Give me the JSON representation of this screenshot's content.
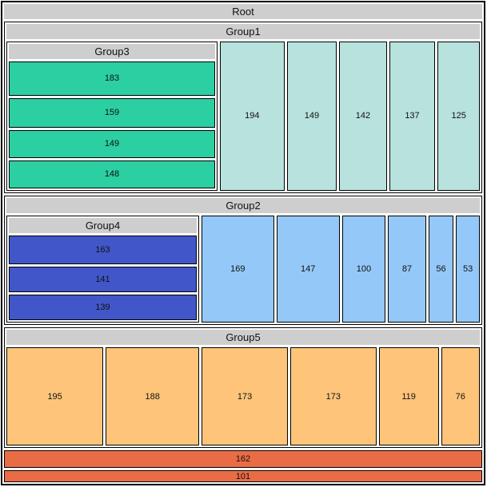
{
  "colors": {
    "header_gray": "#CECECE",
    "border_black": "#000000",
    "background_white": "#FFFFFF",
    "group3_cells_green": "#2BCFA1",
    "group1_cells_teal": "#B7E2DD",
    "group4_cells_royal_blue": "#4156C8",
    "group2_cells_light_blue": "#94C8F8",
    "group5_cells_orange": "#FEC57A",
    "root_leaf_cells_red_orange": "#EA6C45"
  },
  "chart_data": {
    "type": "treemap",
    "title": "Root",
    "legend_position": "none",
    "root": {
      "name": "Root",
      "children": [
        {
          "name": "Group1",
          "children": [
            {
              "name": "Group3",
              "children": [
                {
                  "value": 183
                },
                {
                  "value": 159
                },
                {
                  "value": 149
                },
                {
                  "value": 148
                }
              ]
            },
            {
              "value": 194
            },
            {
              "value": 149
            },
            {
              "value": 142
            },
            {
              "value": 137
            },
            {
              "value": 125
            }
          ]
        },
        {
          "name": "Group2",
          "children": [
            {
              "name": "Group4",
              "children": [
                {
                  "value": 163
                },
                {
                  "value": 141
                },
                {
                  "value": 139
                }
              ]
            },
            {
              "value": 169
            },
            {
              "value": 147
            },
            {
              "value": 100
            },
            {
              "value": 87
            },
            {
              "value": 56
            },
            {
              "value": 53
            }
          ]
        },
        {
          "name": "Group5",
          "children": [
            {
              "value": 195
            },
            {
              "value": 188
            },
            {
              "value": 173
            },
            {
              "value": 173
            },
            {
              "value": 119
            },
            {
              "value": 76
            }
          ]
        },
        {
          "value": 162
        },
        {
          "value": 101
        }
      ]
    }
  }
}
